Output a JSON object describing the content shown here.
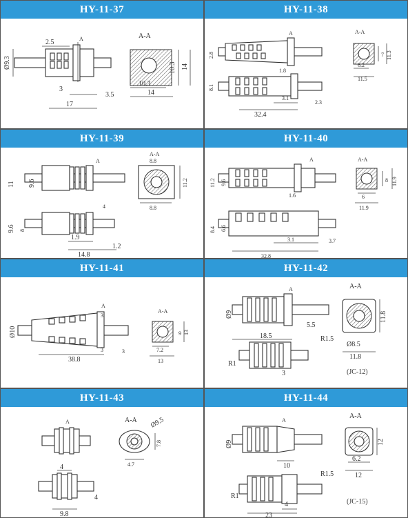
{
  "cells": [
    {
      "id": "c37",
      "title": "HY-11-37",
      "labels": {
        "dia": "Ø9.3",
        "len1": "2.5",
        "len2": "3",
        "len3": "3.5",
        "len4": "17",
        "sec": "A-A",
        "secA": "A",
        "w1": "10.3",
        "w2": "14",
        "h1": "10.3",
        "h2": "14"
      }
    },
    {
      "id": "c38",
      "title": "HY-11-38",
      "labels": {
        "dia1": "2.8",
        "dia2": "8.1",
        "l1": "1.8",
        "l2": "3.1",
        "l3": "2.3",
        "l4": "32.4",
        "sec": "A-A",
        "secA": "A",
        "w1": "6.2",
        "w2": "11.5",
        "h1": "7",
        "h2": "11.3"
      }
    },
    {
      "id": "c39",
      "title": "HY-11-39",
      "labels": {
        "d1": "11",
        "d2": "9.6",
        "d3": "9.6",
        "d4": "8",
        "l1": "1.9",
        "l2": "14.8",
        "l3": "1.2",
        "l4": "4",
        "sec": "A-A",
        "secA": "A",
        "w1": "8.8",
        "w2": "8.8",
        "h1": "11.2"
      }
    },
    {
      "id": "c40",
      "title": "HY-11-40",
      "labels": {
        "d1": "11.2",
        "d2": "9.6",
        "d3": "8.4",
        "d4": "6.6",
        "l1": "1.6",
        "l2": "3.1",
        "l3": "3.7",
        "l4": "32.8",
        "sec": "A-A",
        "secA": "A",
        "w1": "6",
        "w2": "11.9",
        "h1": "8",
        "h2": "11.9"
      }
    },
    {
      "id": "c41",
      "title": "HY-11-41",
      "labels": {
        "d1": "Ø10",
        "l1": "38.8",
        "l2": "3",
        "l3": "3",
        "l4": "3",
        "sec": "A-A",
        "secA": "A",
        "w1": "7.2",
        "w2": "13",
        "h1": "9",
        "h2": "13"
      }
    },
    {
      "id": "c42",
      "title": "HY-11-42",
      "labels": {
        "d1": "Ø9",
        "l1": "18.5",
        "l2": "5.5",
        "l3": "3",
        "r1": "R1",
        "r2": "R1.5",
        "sec": "A-A",
        "secA": "A",
        "w1": "Ø8.5",
        "w2": "11.8",
        "h1": "11.8",
        "note": "(JC-12)"
      }
    },
    {
      "id": "c43",
      "title": "HY-11-43",
      "labels": {
        "l1": "4",
        "l2": "9.8",
        "l3": "4",
        "sec": "A-A",
        "secA": "A",
        "d1": "Ø9.5",
        "w1": "4.7",
        "h1": "7.8"
      }
    },
    {
      "id": "c44",
      "title": "HY-11-44",
      "labels": {
        "d1": "Ø9",
        "l1": "10",
        "l2": "23",
        "l3": "4",
        "r1": "R1",
        "r2": "R1.5",
        "sec": "A-A",
        "secA": "A",
        "w1": "6.2",
        "w2": "12",
        "h1": "12",
        "note": "(JC-15)"
      }
    }
  ]
}
